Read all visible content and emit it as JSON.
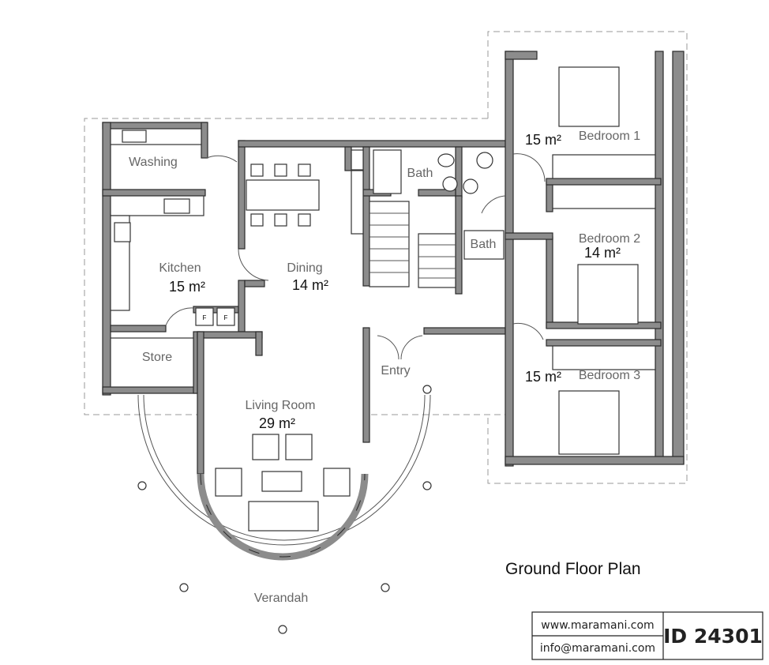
{
  "plan": {
    "title": "Ground Floor Plan",
    "rooms": {
      "washing": {
        "label": "Washing"
      },
      "kitchen": {
        "label": "Kitchen",
        "area": "15 m²"
      },
      "store": {
        "label": "Store"
      },
      "dining": {
        "label": "Dining",
        "area": "14 m²"
      },
      "bath1": {
        "label": "Bath"
      },
      "bath2": {
        "label": "Bath"
      },
      "entry": {
        "label": "Entry"
      },
      "living": {
        "label": "Living Room",
        "area": "29 m²"
      },
      "verandah": {
        "label": "Verandah"
      },
      "bedroom1": {
        "label": "Bedroom 1",
        "area": "15 m²"
      },
      "bedroom2": {
        "label": "Bedroom 2",
        "area": "14 m²"
      },
      "bedroom3": {
        "label": "Bedroom 3",
        "area": "15 m²"
      }
    },
    "fridge_labels": [
      "F",
      "F"
    ]
  },
  "titleblock": {
    "website": "www.maramani.com",
    "email": "info@maramani.com",
    "id": "ID 24301"
  },
  "colors": {
    "wall": "#8c8c8c",
    "line": "#2a2a2a"
  }
}
